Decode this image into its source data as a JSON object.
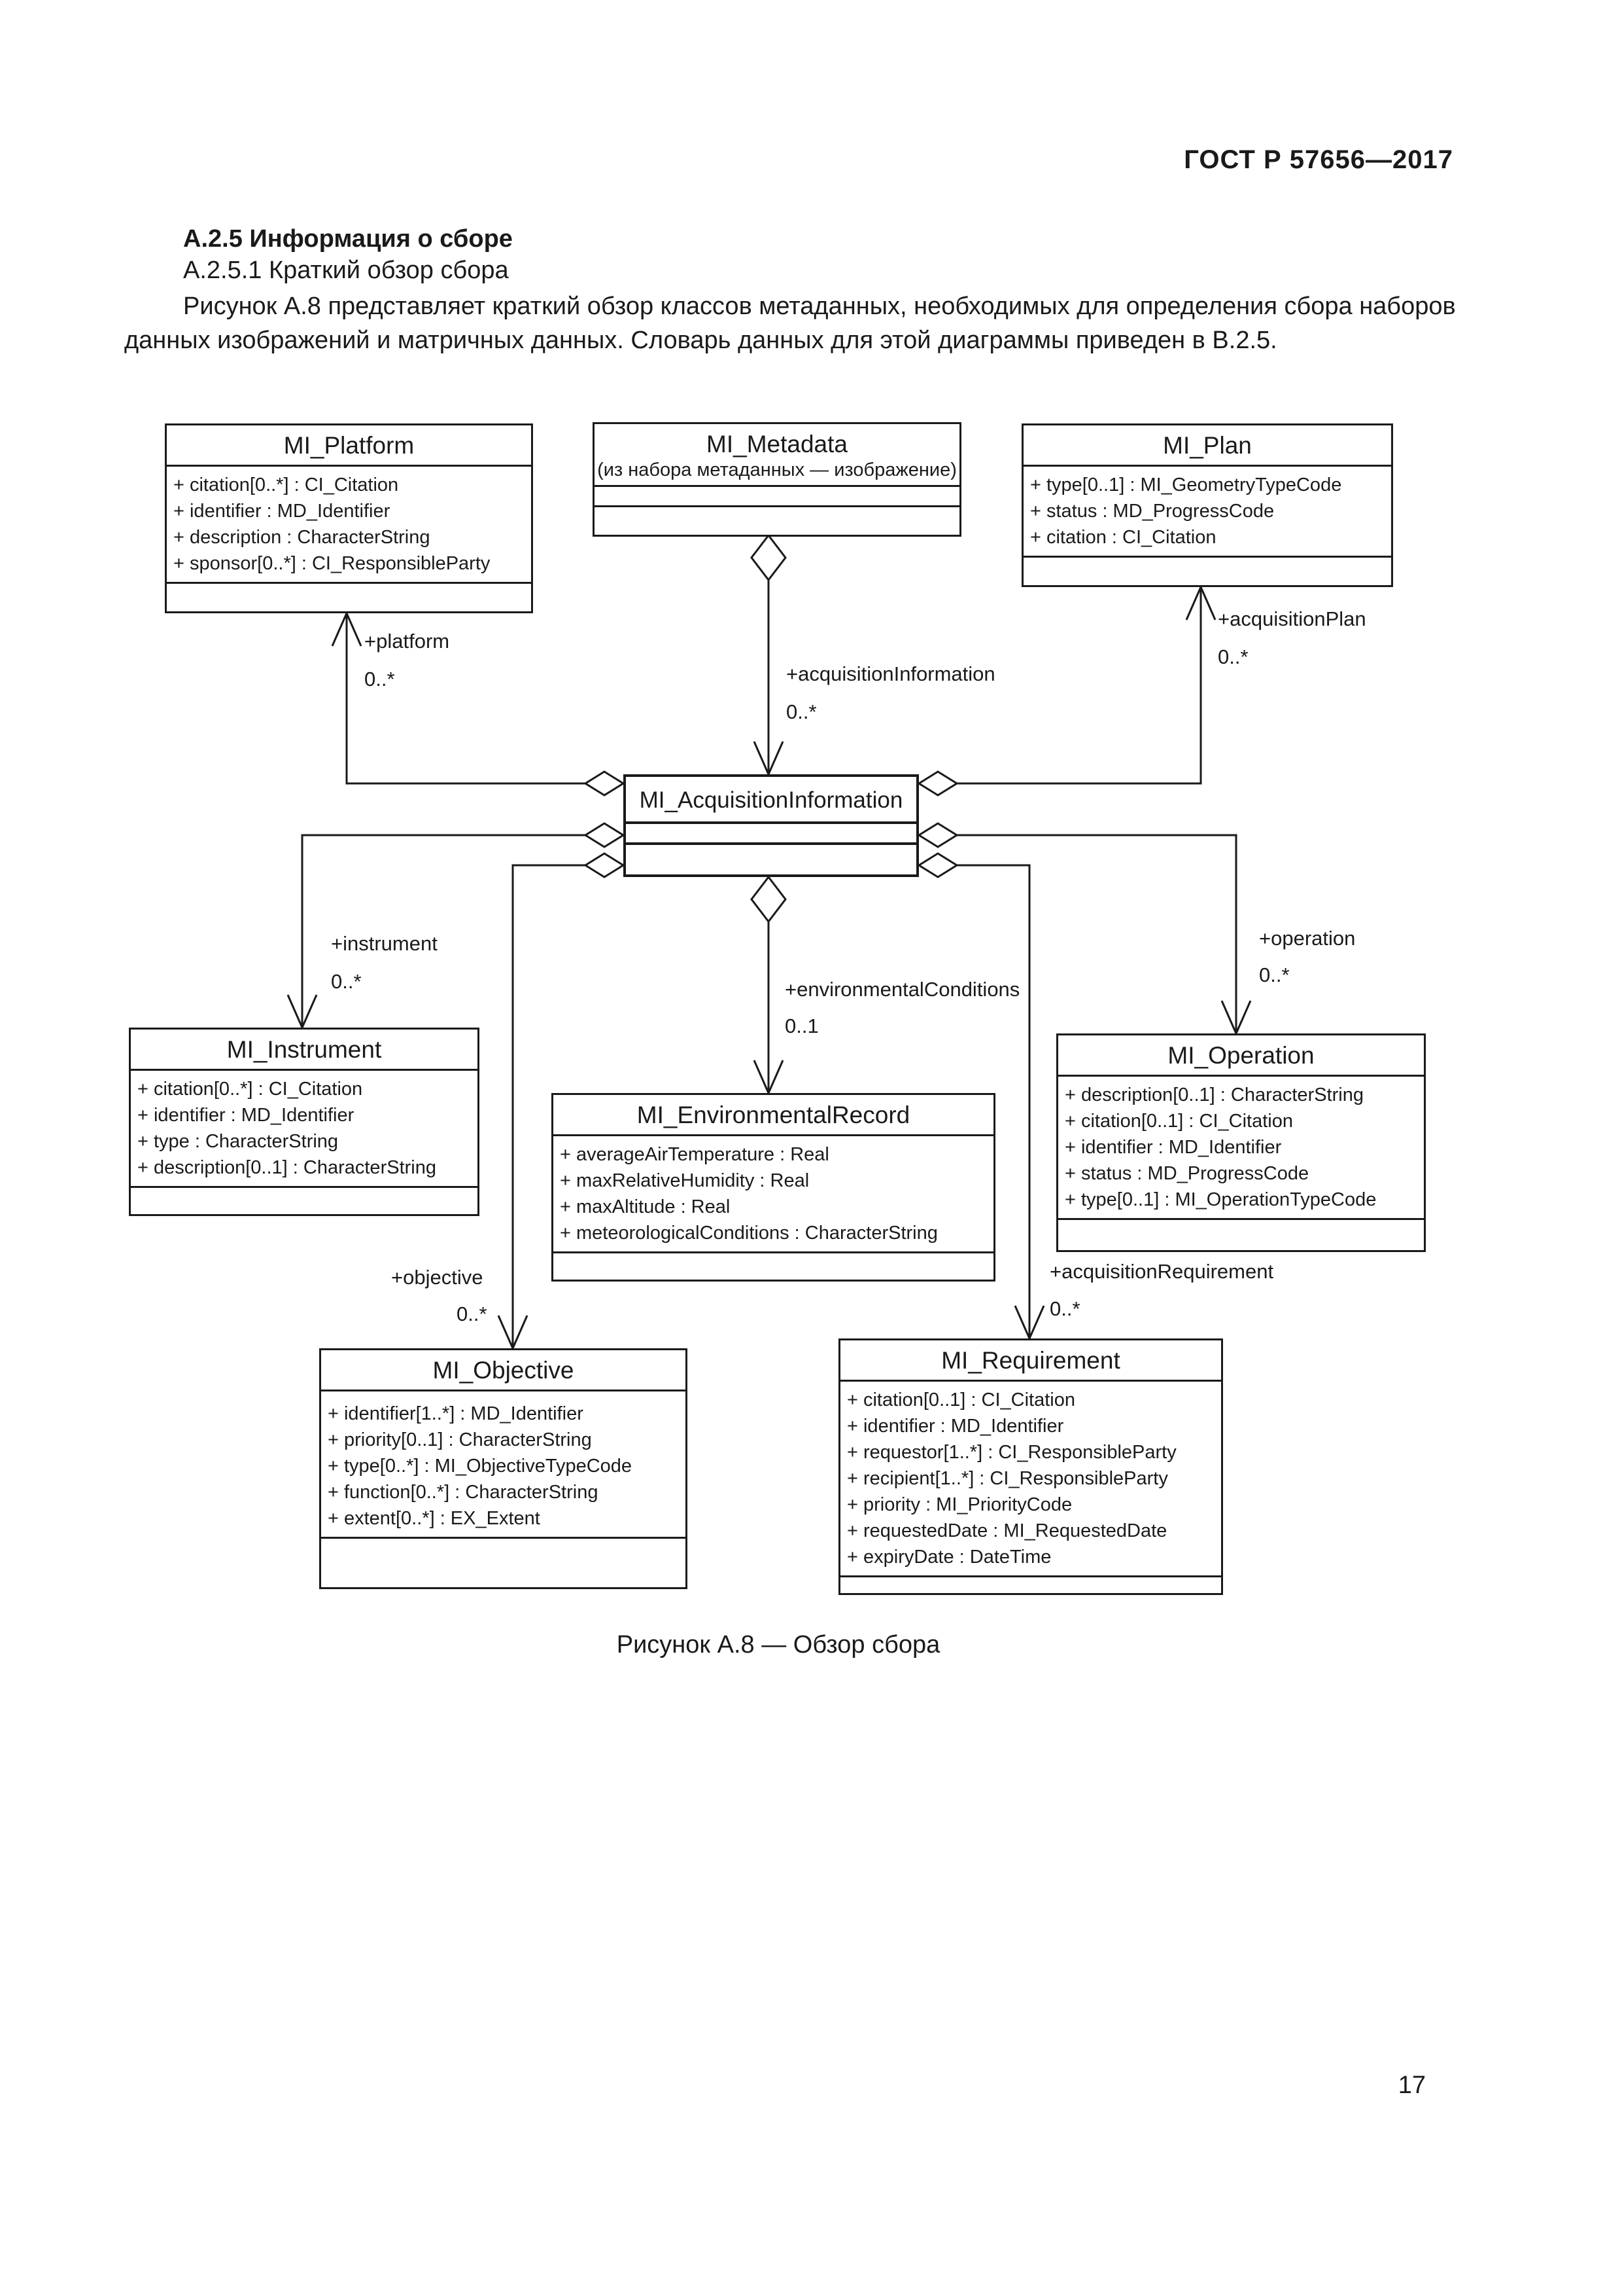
{
  "page": {
    "header": "ГОСТ Р 57656—2017",
    "section_heading": "А.2.5 Информация о сборе",
    "subsection_heading": "А.2.5.1 Краткий обзор сбора",
    "paragraph_lines": [
      "Рисунок А.8 представляет краткий обзор классов метаданных, необходимых для определения сбора наборов",
      "данных изображений и матричных данных. Словарь данных для этой диаграммы приведен в В.2.5."
    ],
    "figure_caption": "Рисунок А.8 — Обзор сбора",
    "page_number": "17"
  },
  "colors": {
    "ink": "#1a1a1a",
    "background": "#ffffff"
  },
  "diagram": {
    "classes": [
      {
        "title": "MI_Platform",
        "attributes": [
          "+ citation[0..*] : CI_Citation",
          "+ identifier : MD_Identifier",
          "+ description : CharacterString",
          "+ sponsor[0..*] : CI_ResponsibleParty"
        ]
      },
      {
        "title": "MI_Metadata",
        "subtitle": "(из набора метаданных — изображение)",
        "attributes": []
      },
      {
        "title": "MI_Plan",
        "attributes": [
          "+ type[0..1] : MI_GeometryTypeCode",
          "+ status : MD_ProgressCode",
          "+ citation : CI_Citation"
        ]
      },
      {
        "title": "MI_AcquisitionInformation",
        "attributes": []
      },
      {
        "title": "MI_Instrument",
        "attributes": [
          "+ citation[0..*] : CI_Citation",
          "+ identifier : MD_Identifier",
          "+ type : CharacterString",
          "+ description[0..1] : CharacterString"
        ]
      },
      {
        "title": "MI_EnvironmentalRecord",
        "attributes": [
          "+ averageAirTemperature : Real",
          "+ maxRelativeHumidity : Real",
          "+ maxAltitude : Real",
          "+ meteorologicalConditions : CharacterString"
        ]
      },
      {
        "title": "MI_Operation",
        "attributes": [
          "+ description[0..1] : CharacterString",
          "+ citation[0..1] : CI_Citation",
          "+ identifier : MD_Identifier",
          "+ status : MD_ProgressCode",
          "+ type[0..1] : MI_OperationTypeCode"
        ]
      },
      {
        "title": "MI_Objective",
        "attributes": [
          "+ identifier[1..*] : MD_Identifier",
          "+ priority[0..1] : CharacterString",
          "+ type[0..*] : MI_ObjectiveTypeCode",
          "+ function[0..*] : CharacterString",
          "+ extent[0..*] : EX_Extent"
        ]
      },
      {
        "title": "MI_Requirement",
        "attributes": [
          "+ citation[0..1] : CI_Citation",
          "+ identifier : MD_Identifier",
          "+ requestor[1..*] : CI_ResponsibleParty",
          "+ recipient[1..*] : CI_ResponsibleParty",
          "+ priority : MI_PriorityCode",
          "+ requestedDate : MI_RequestedDate",
          "+ expiryDate : DateTime"
        ]
      }
    ],
    "associations": [
      {
        "role": "+platform",
        "multiplicity": "0..*"
      },
      {
        "role": "+acquisitionInformation",
        "multiplicity": "0..*"
      },
      {
        "role": "+acquisitionPlan",
        "multiplicity": "0..*"
      },
      {
        "role": "+instrument",
        "multiplicity": "0..*"
      },
      {
        "role": "+environmentalConditions",
        "multiplicity": "0..1"
      },
      {
        "role": "+operation",
        "multiplicity": "0..*"
      },
      {
        "role": "+objective",
        "multiplicity": "0..*"
      },
      {
        "role": "+acquisitionRequirement",
        "multiplicity": "0..*"
      }
    ]
  }
}
